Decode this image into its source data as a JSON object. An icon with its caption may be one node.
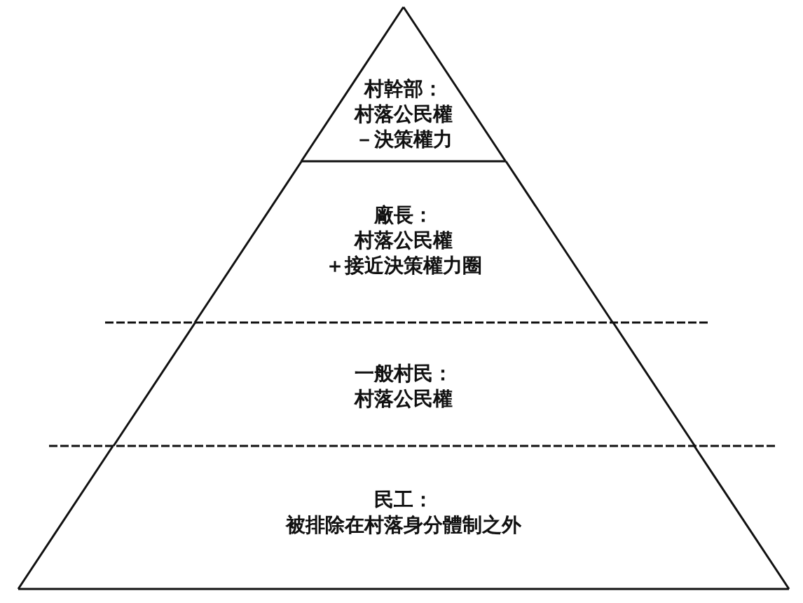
{
  "diagram": {
    "nodes": [
      {
        "text": [
          "村幹部：",
          "村落公民權",
          "－決策權力"
        ]
      },
      {
        "text": [
          "廠長：",
          "村落公民權",
          "＋接近決策權力圈"
        ]
      },
      {
        "text": [
          "一般村民：",
          "村落公民權"
        ]
      },
      {
        "text": [
          "民工：",
          "被排除在村落身分體制之外"
        ]
      }
    ]
  }
}
